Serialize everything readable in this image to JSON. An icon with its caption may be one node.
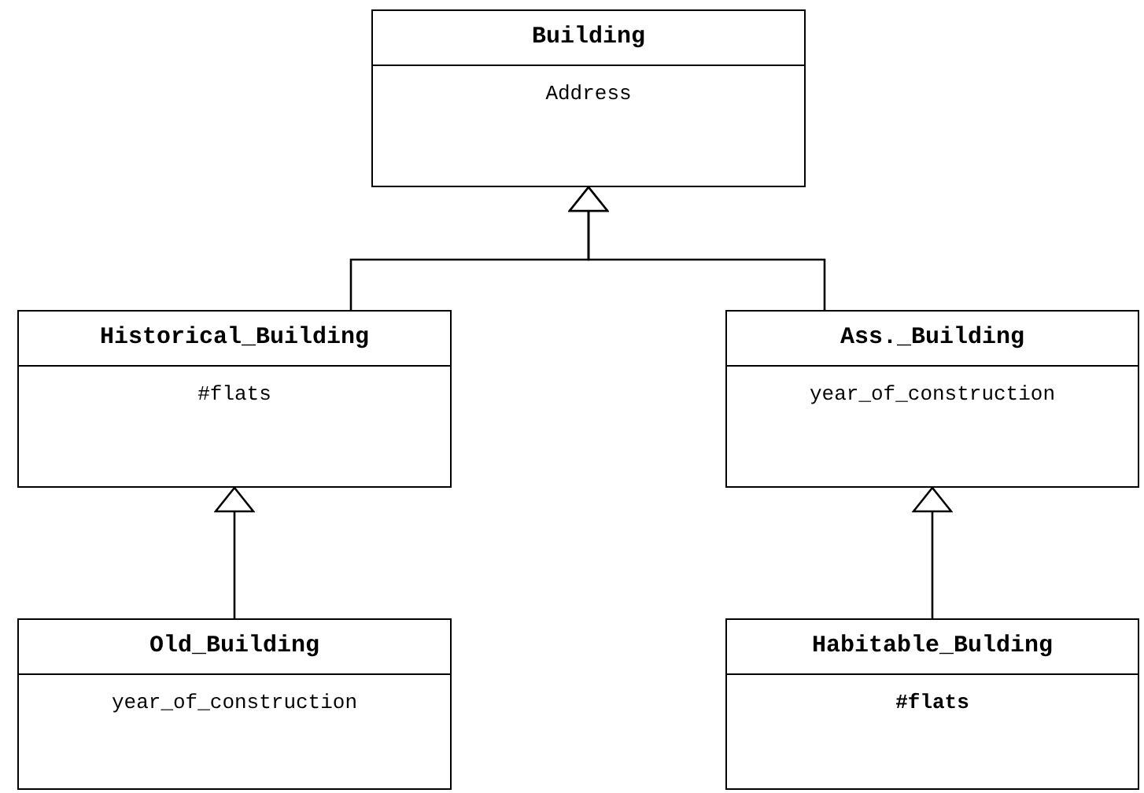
{
  "diagram": {
    "nodes": [
      {
        "text": [
          "Building",
          "Address"
        ]
      },
      {
        "text": [
          "Historical_Building",
          "#flats"
        ]
      },
      {
        "text": [
          "Ass._Building",
          "year_of_construction"
        ]
      },
      {
        "text": [
          "Old_Building",
          "year_of_construction"
        ]
      },
      {
        "text": [
          "Habitable_Bulding",
          "#flats"
        ]
      }
    ],
    "edges": [
      {
        "from": 1,
        "to": 0,
        "arrow": "to"
      },
      {
        "from": 2,
        "to": 0,
        "arrow": "to"
      },
      {
        "from": 3,
        "to": 1,
        "arrow": "to"
      },
      {
        "from": 4,
        "to": 2,
        "arrow": "to"
      }
    ]
  }
}
